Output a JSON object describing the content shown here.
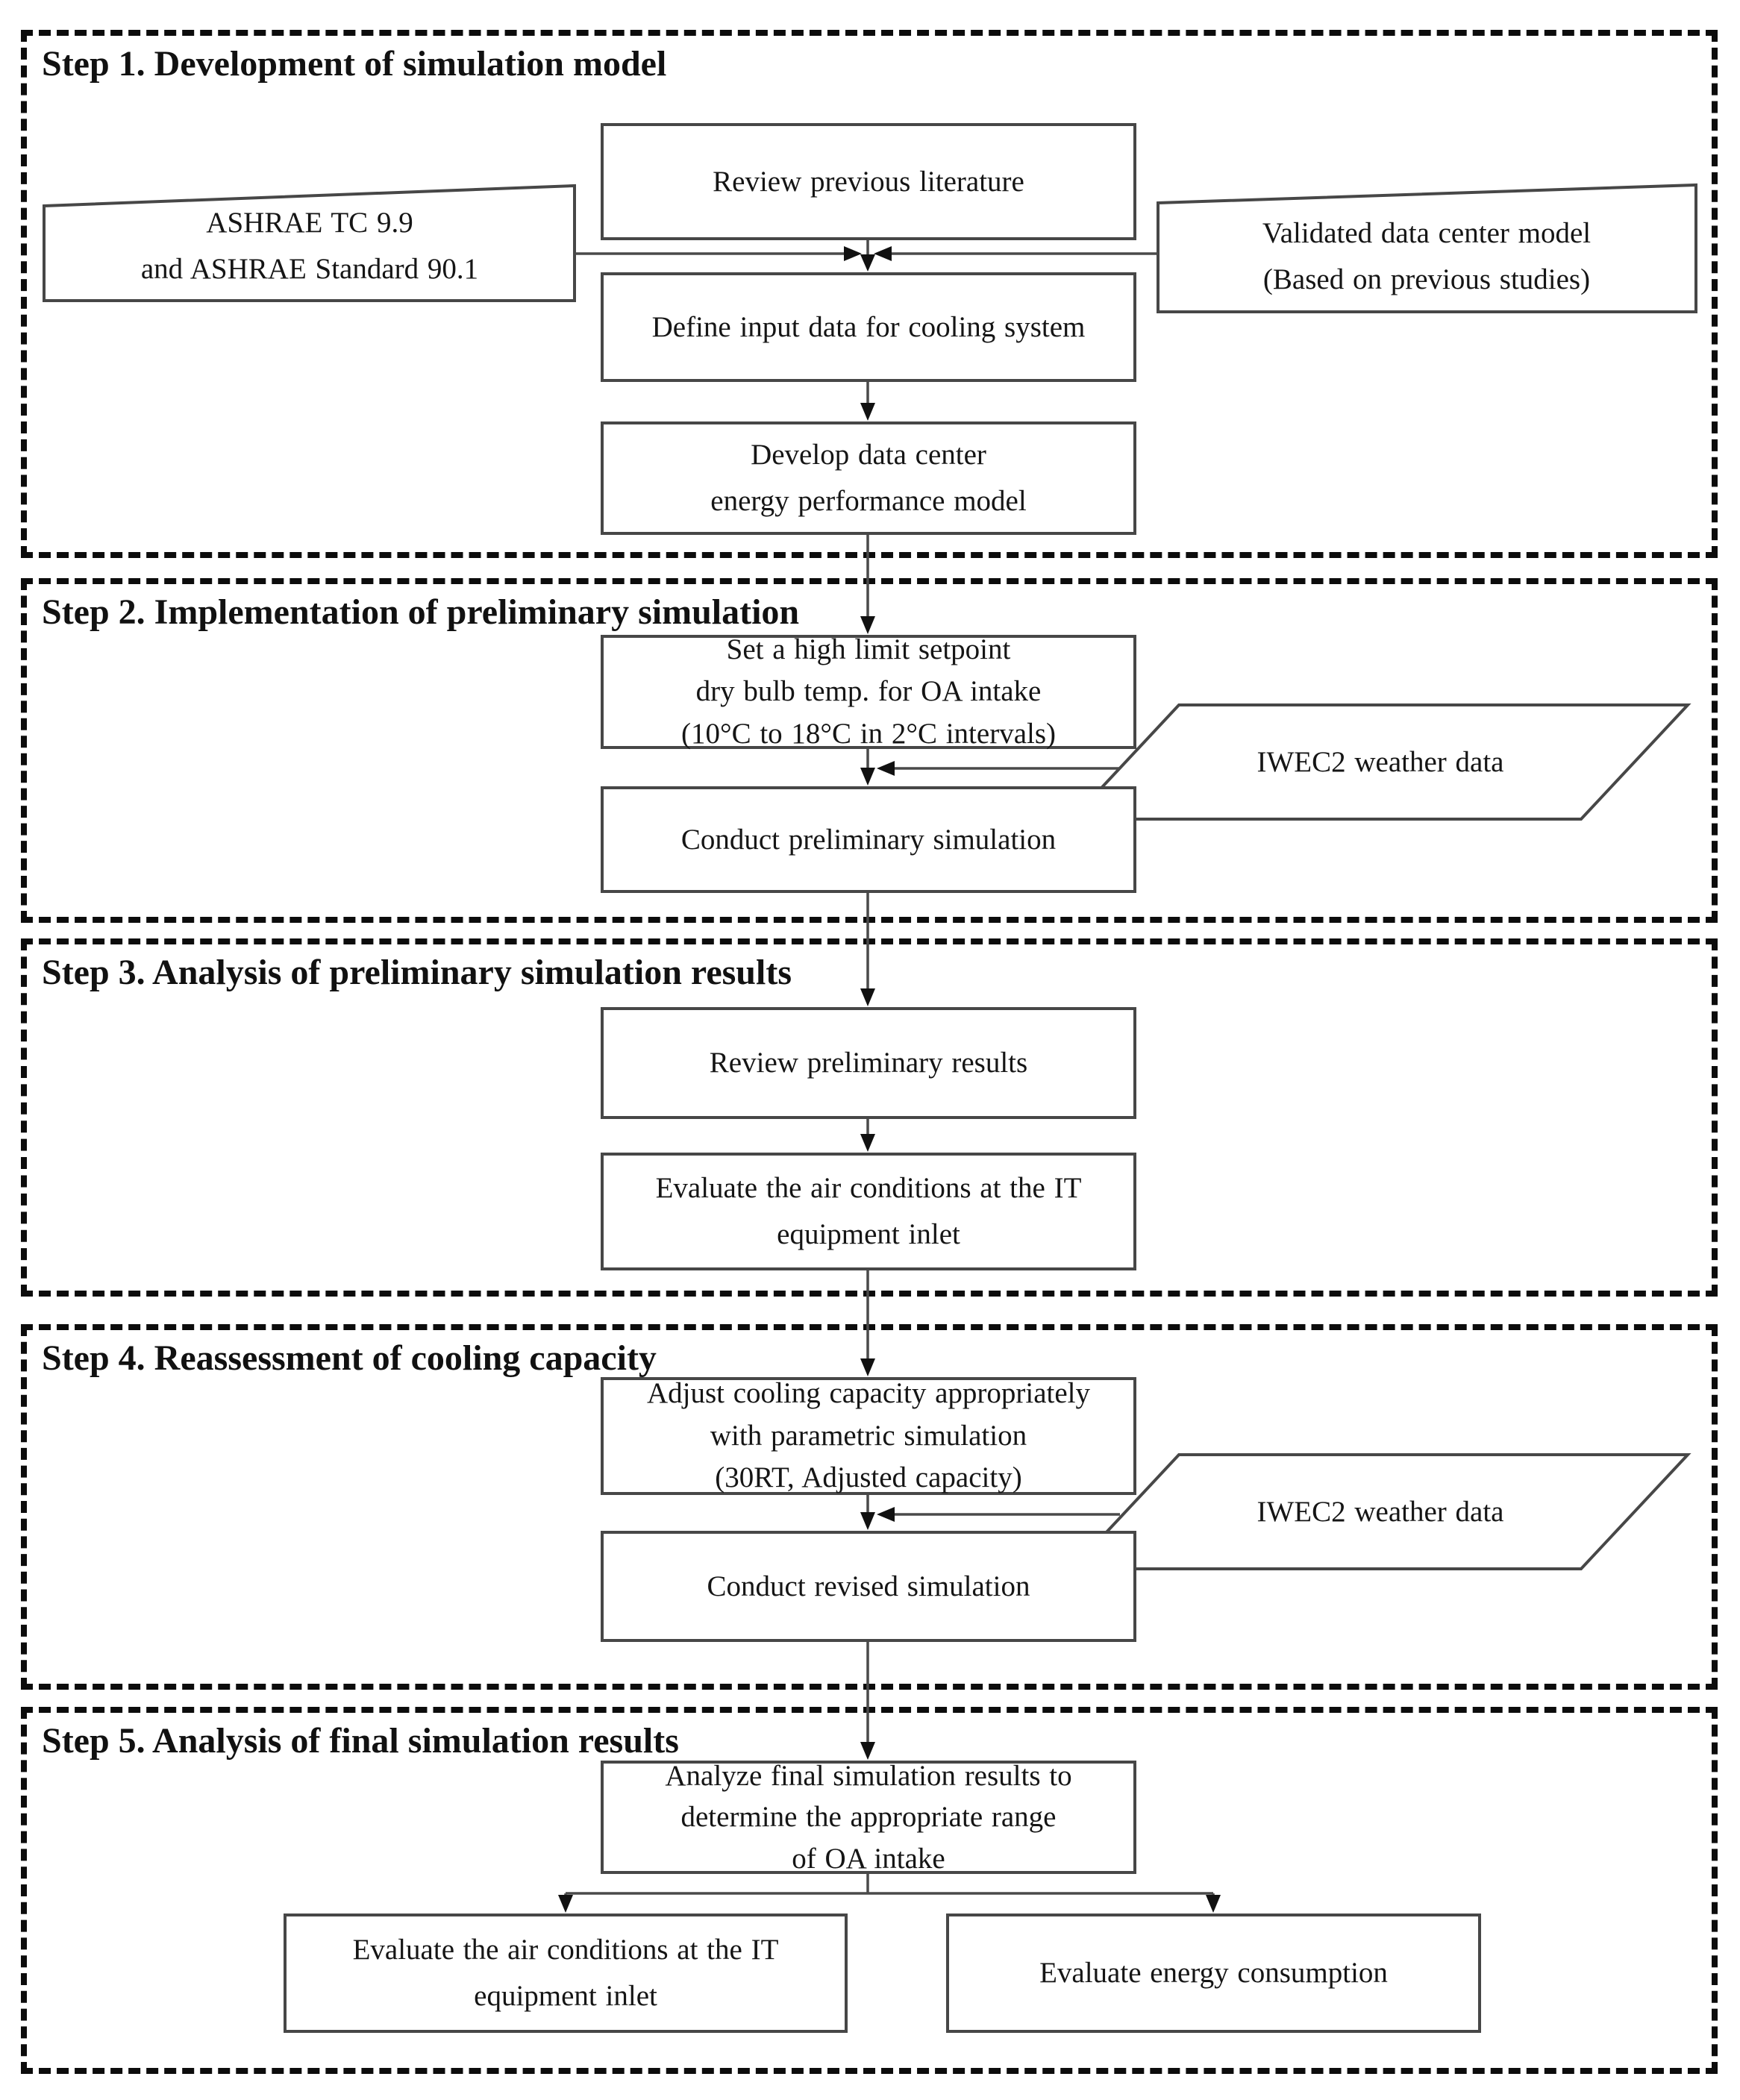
{
  "figure": {
    "type": "flowchart",
    "palette": {
      "background": "#ffffff",
      "ink": "#151515",
      "box_border": "#474747",
      "panel_dash": "#0c0c0c",
      "connector": "#4a4a4a",
      "arrowhead": "#111111"
    }
  },
  "steps": [
    {
      "title": "Step 1. Development of simulation model"
    },
    {
      "title": "Step 2. Implementation of preliminary simulation"
    },
    {
      "title": "Step 3. Analysis of preliminary simulation results"
    },
    {
      "title": "Step 4. Reassessment of cooling capacity"
    },
    {
      "title": "Step 5. Analysis of final simulation results"
    }
  ],
  "nodes": {
    "review_literature": {
      "lines": [
        "Review previous literature"
      ]
    },
    "ashrae_reference": {
      "lines": [
        "ASHRAE TC 9.9",
        "and ASHRAE Standard 90.1"
      ]
    },
    "validated_model": {
      "lines": [
        "Validated data center model",
        "(Based on previous studies)"
      ]
    },
    "define_input": {
      "lines": [
        "Define input data for cooling system"
      ]
    },
    "develop_model": {
      "lines": [
        "Develop data center",
        "energy performance model"
      ]
    },
    "set_high_limit": {
      "lines": [
        "Set a high limit setpoint",
        "dry bulb temp. for OA intake",
        "(10°C to 18°C in 2°C intervals)"
      ]
    },
    "iwec2_weather_1": {
      "lines": [
        "IWEC2 weather data"
      ]
    },
    "conduct_preliminary": {
      "lines": [
        "Conduct preliminary simulation"
      ]
    },
    "review_preliminary": {
      "lines": [
        "Review preliminary results"
      ]
    },
    "evaluate_air_preliminary": {
      "lines": [
        "Evaluate the air conditions at the IT",
        "equipment inlet"
      ]
    },
    "adjust_cooling": {
      "lines": [
        "Adjust cooling capacity appropriately",
        "with parametric simulation",
        "(30RT, Adjusted capacity)"
      ]
    },
    "iwec2_weather_2": {
      "lines": [
        "IWEC2 weather data"
      ]
    },
    "conduct_revised": {
      "lines": [
        "Conduct revised simulation"
      ]
    },
    "analyze_final": {
      "lines": [
        "Analyze final simulation results to",
        "determine the appropriate range",
        "of OA intake"
      ]
    },
    "evaluate_air_final": {
      "lines": [
        "Evaluate the air conditions at the IT",
        "equipment inlet"
      ]
    },
    "evaluate_energy": {
      "lines": [
        "Evaluate energy consumption"
      ]
    }
  }
}
